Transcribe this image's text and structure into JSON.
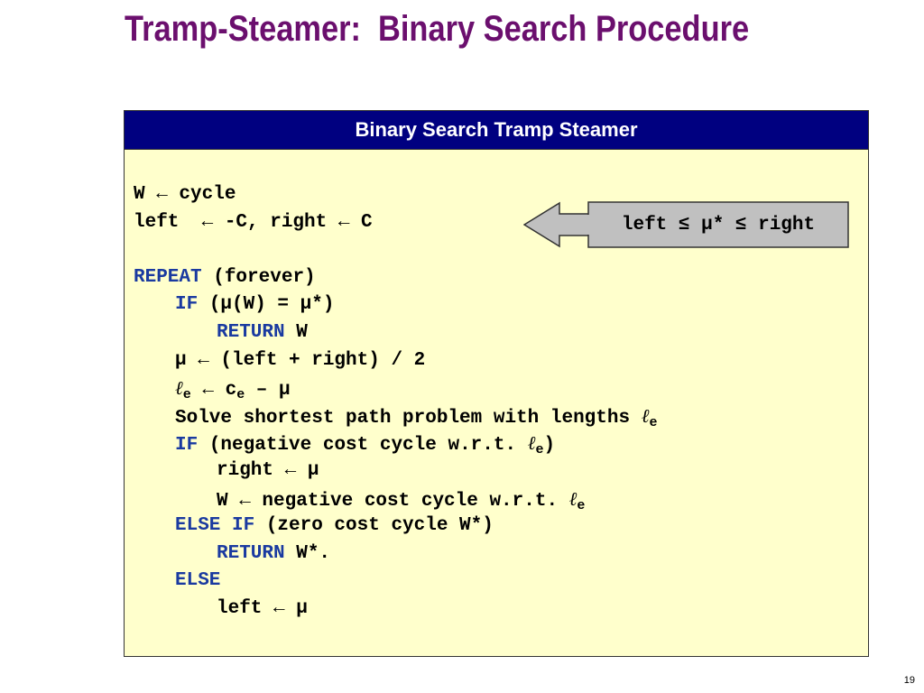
{
  "title": "Tramp-Steamer:  Binary Search Procedure",
  "box_header": "Binary Search Tramp Steamer",
  "code": {
    "l1": "W ← cycle",
    "l2": "left  ← -C, right ← C",
    "l3_kw": "REPEAT",
    "l3_rest": " (forever)",
    "l4_kw": "IF",
    "l4_rest": " (μ(W) = μ*)",
    "l5_kw": "RETURN",
    "l5_rest": " W",
    "l6": "μ ← (left + right) / 2",
    "ell": "ℓ",
    "sub_e": "e",
    "l7_mid": " ← c",
    "l7_end": " – μ",
    "l8": "Solve shortest path problem with lengths ",
    "l9_kw": "IF",
    "l9_rest": " (negative cost cycle w.r.t. ",
    "close_paren": ")",
    "l10": "right ← μ",
    "l11": "W ← negative cost cycle w.r.t. ",
    "l12_kw": "ELSE IF",
    "l12_rest": " (zero cost cycle W*)",
    "l13_kw": "RETURN",
    "l13_rest": " W*.",
    "l14_kw": "ELSE",
    "l15": "left ← μ"
  },
  "callout": "left ≤ μ* ≤ right",
  "page_number": "19",
  "colors": {
    "title": "#6b0f6e",
    "header_bg": "#000080",
    "box_bg": "#ffffcc",
    "keyword": "#1a3aa0",
    "callout_bg": "#c0c0c0"
  }
}
